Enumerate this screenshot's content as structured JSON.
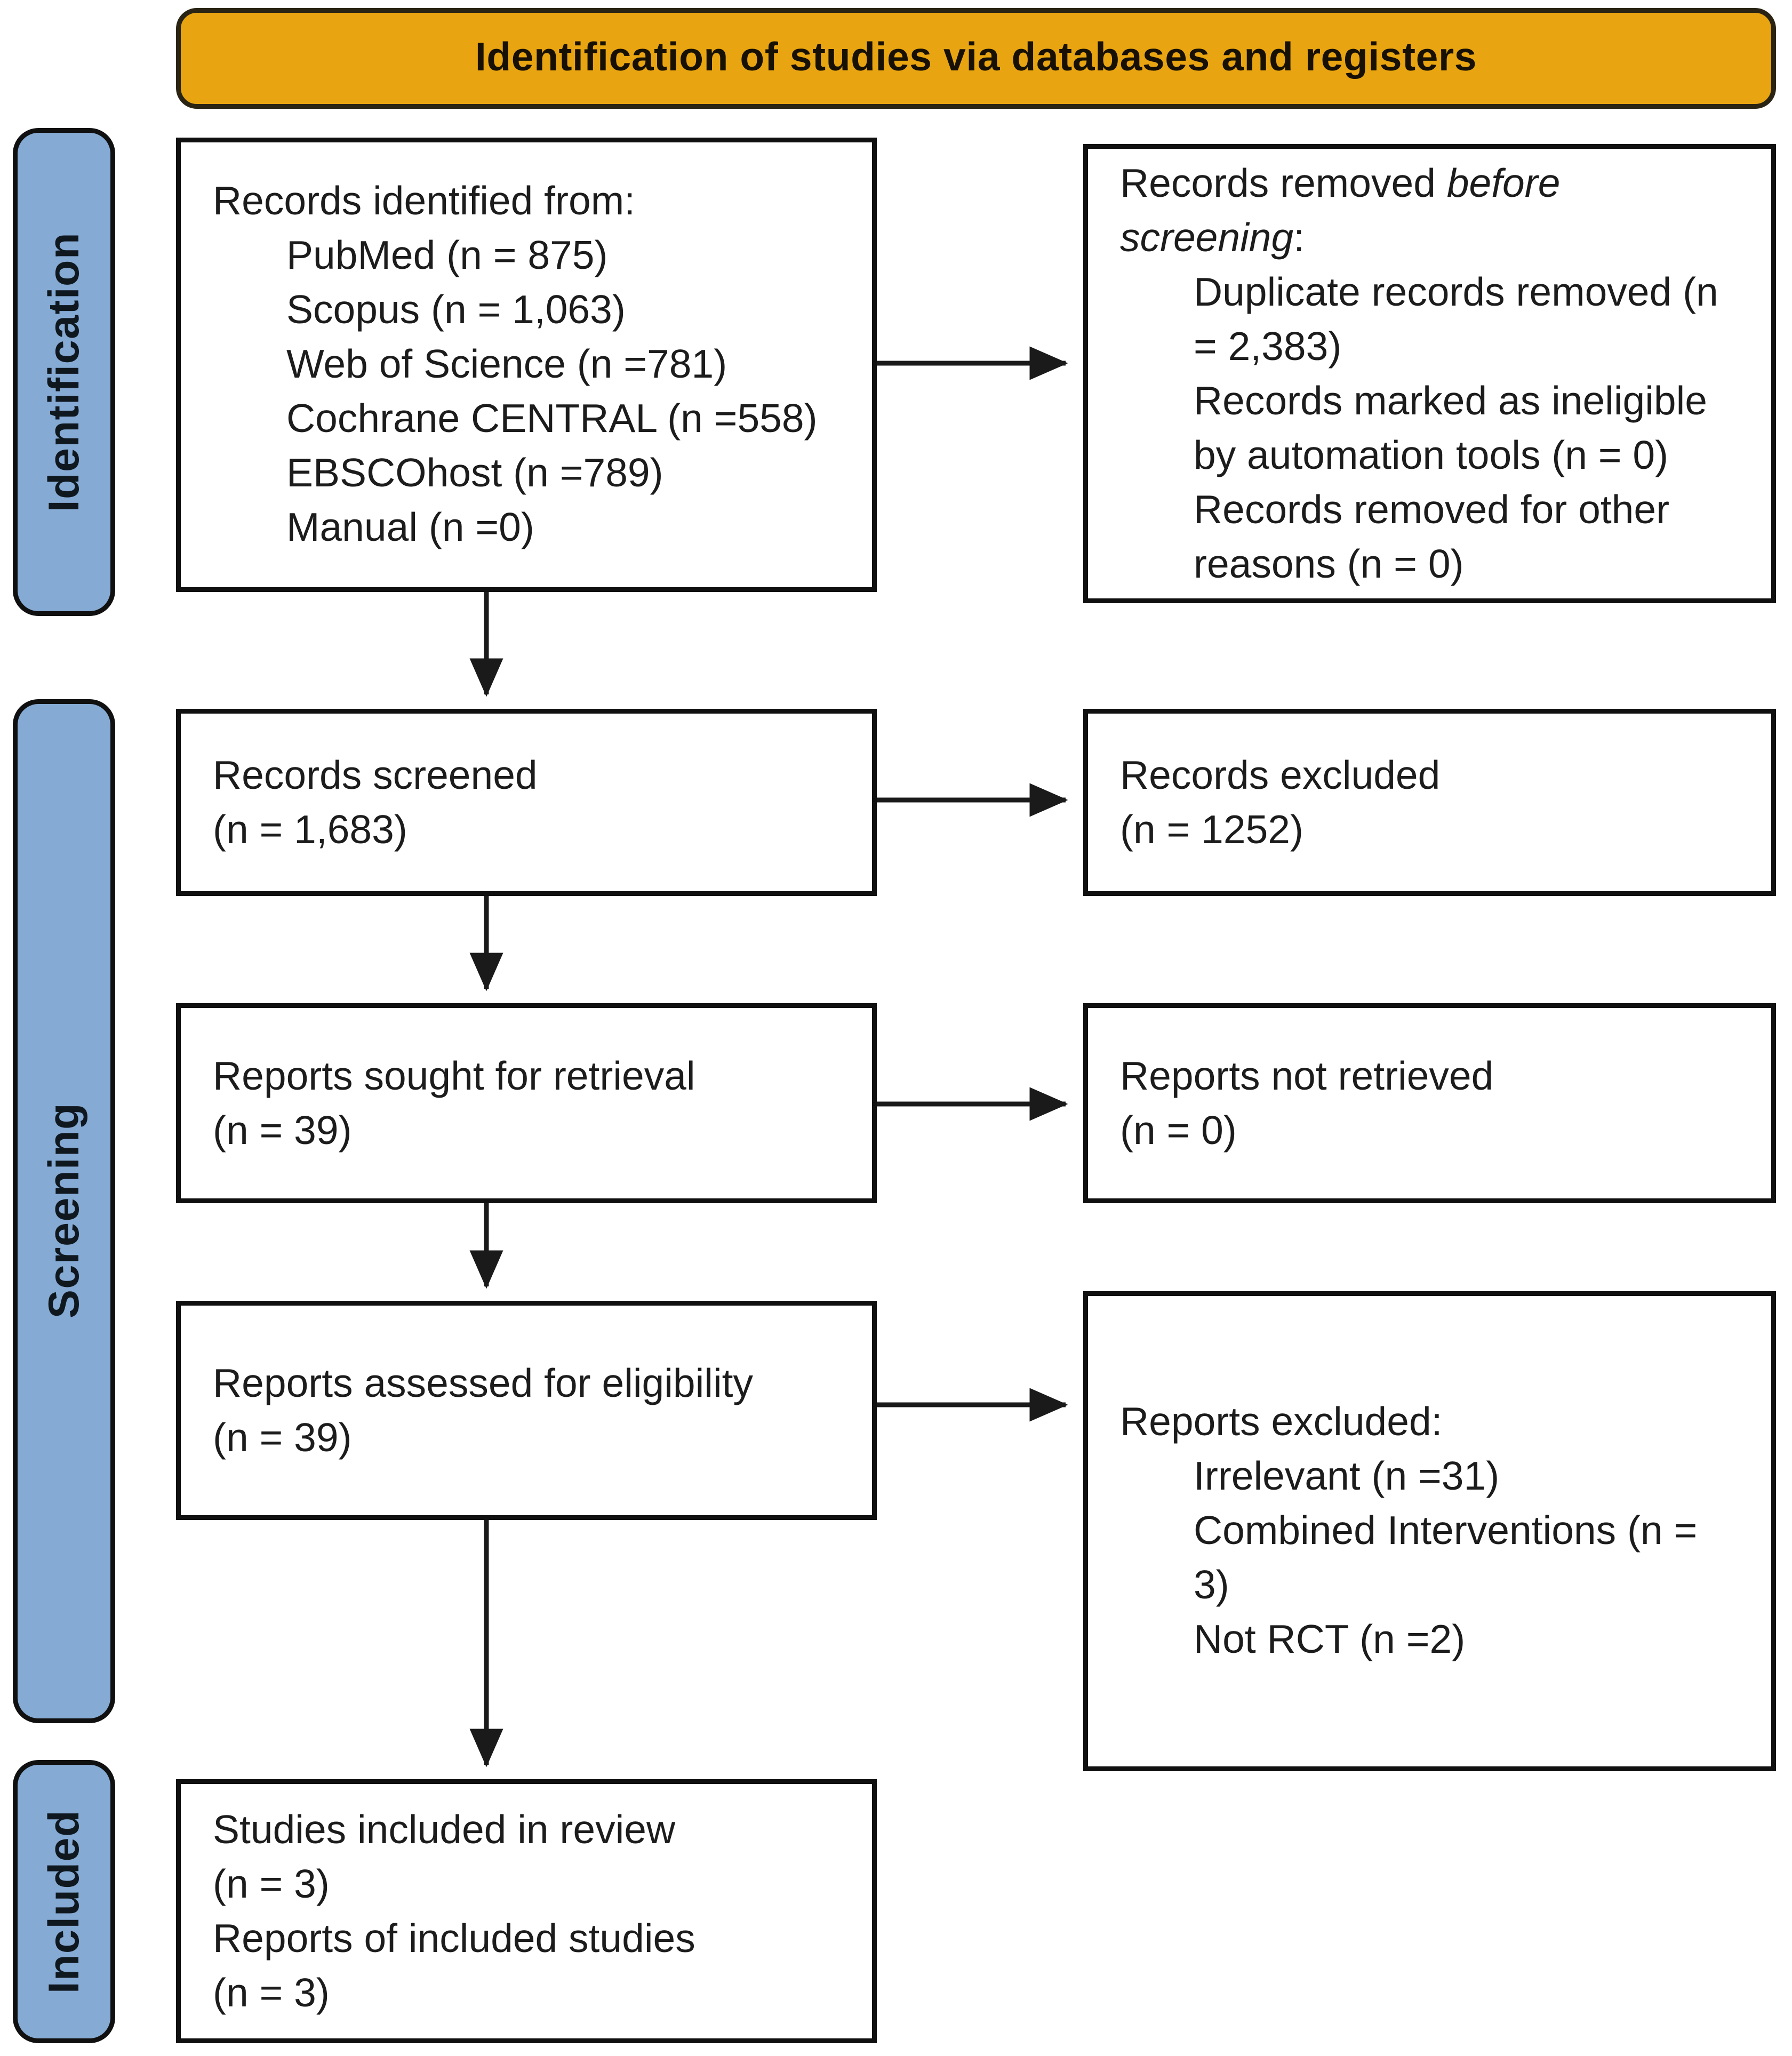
{
  "colors": {
    "banner_bg": "#E9A511",
    "sidebar_bg": "#85AAD4",
    "box_border": "#101010",
    "arrow": "#1a1a1a",
    "text": "#1c1c1c"
  },
  "banner": {
    "title": "Identification of studies via databases and registers"
  },
  "sidebar": {
    "identification": "Identification",
    "screening": "Screening",
    "included": "Included"
  },
  "boxes": {
    "records_identified": {
      "heading": "Records identified from:",
      "items": [
        "PubMed (n = 875)",
        "Scopus (n = 1,063)",
        "Web of Science (n =781)",
        "Cochrane CENTRAL (n =558)",
        "EBSCOhost (n =789)",
        "Manual (n =0)"
      ]
    },
    "records_removed": {
      "heading_prefix": "Records removed ",
      "heading_italic_1": "before",
      "heading_italic_2": "screening",
      "heading_suffix": ":",
      "items": [
        {
          "line1": "Duplicate records removed (n",
          "line2": "= 2,383)"
        },
        {
          "line1": "Records marked as ineligible",
          "line2": "by automation tools (n = 0)"
        },
        {
          "line1": "Records removed for other",
          "line2": "reasons (n = 0)"
        }
      ]
    },
    "records_screened": {
      "line1": "Records screened",
      "line2": "(n = 1,683)"
    },
    "records_excluded": {
      "line1": "Records excluded",
      "line2": "(n = 1252)"
    },
    "reports_sought": {
      "line1": "Reports sought for retrieval",
      "line2": "(n = 39)"
    },
    "reports_not_retrieved": {
      "line1": "Reports not retrieved",
      "line2": "(n = 0)"
    },
    "reports_assessed": {
      "line1": "Reports assessed for eligibility",
      "line2": "(n = 39)"
    },
    "reports_excluded": {
      "heading": "Reports excluded:",
      "items": [
        {
          "line1": "Irrelevant (n =31)"
        },
        {
          "line1": "Combined Interventions (n =",
          "line2": "3)"
        },
        {
          "line1": "Not RCT (n =2)"
        }
      ]
    },
    "studies_included": {
      "line1": "Studies included in review",
      "line2": "(n = 3)",
      "line3": "Reports of included studies",
      "line4": "(n = 3)"
    }
  }
}
